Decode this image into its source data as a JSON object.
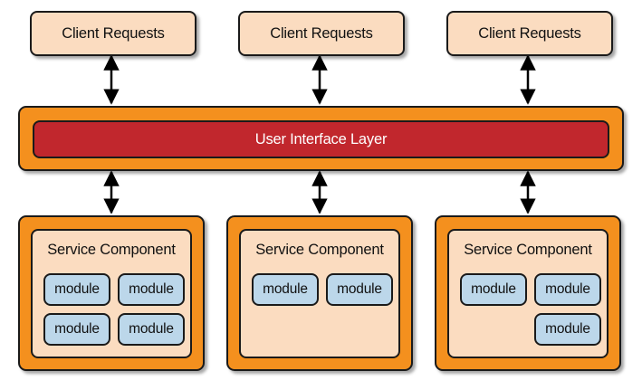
{
  "clients": [
    {
      "label": "Client Requests"
    },
    {
      "label": "Client Requests"
    },
    {
      "label": "Client Requests"
    }
  ],
  "ui_layer": {
    "label": "User Interface Layer"
  },
  "services": [
    {
      "title": "Service Component",
      "modules": [
        "module",
        "module",
        "module",
        "module"
      ]
    },
    {
      "title": "Service Component",
      "modules": [
        "module",
        "module"
      ]
    },
    {
      "title": "Service Component",
      "modules": [
        "module",
        "module",
        "module"
      ]
    }
  ],
  "colors": {
    "client_fill": "#fbdcc0",
    "layer_outer": "#f4901e",
    "layer_inner": "#c1272d",
    "module_fill": "#bcd7ea",
    "stroke": "#1a1a1a"
  }
}
